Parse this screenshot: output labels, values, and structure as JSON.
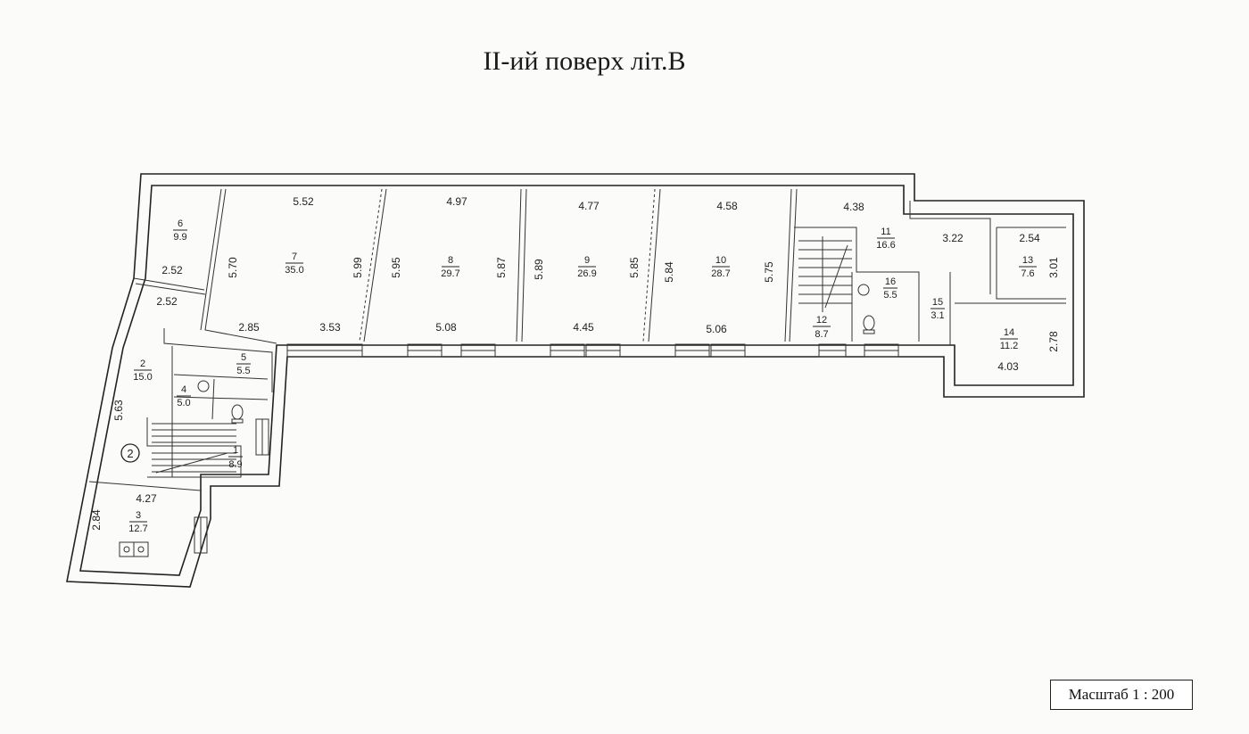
{
  "title": "II-ий поверх літ.В",
  "scale_label": "Масштаб 1 : 200",
  "stair_marker": "2",
  "rooms": [
    {
      "number": "1",
      "area": "8.9"
    },
    {
      "number": "2",
      "area": "15.0"
    },
    {
      "number": "3",
      "area": "12.7"
    },
    {
      "number": "4",
      "area": "5.0"
    },
    {
      "number": "5",
      "area": "5.5"
    },
    {
      "number": "6",
      "area": "9.9"
    },
    {
      "number": "7",
      "area": "35.0"
    },
    {
      "number": "8",
      "area": "29.7"
    },
    {
      "number": "9",
      "area": "26.9"
    },
    {
      "number": "10",
      "area": "28.7"
    },
    {
      "number": "11",
      "area": "16.6"
    },
    {
      "number": "12",
      "area": "8.7"
    },
    {
      "number": "13",
      "area": "7.6"
    },
    {
      "number": "14",
      "area": "11.2"
    },
    {
      "number": "15",
      "area": "3.1"
    },
    {
      "number": "16",
      "area": "5.5"
    }
  ],
  "dimensions": {
    "d1": "5.52",
    "d2": "4.97",
    "d3": "4.77",
    "d4": "4.58",
    "d5": "4.38",
    "d6": "3.22",
    "d7": "2.54",
    "d8": "3.01",
    "d9": "5.70",
    "d10": "5.99",
    "d11": "5.95",
    "d12": "5.87",
    "d13": "5.89",
    "d14": "5.85",
    "d15": "5.84",
    "d16": "5.75",
    "d17": "2.52",
    "d18": "2.52",
    "d19": "2.85",
    "d20": "3.53",
    "d21": "5.08",
    "d22": "4.45",
    "d23": "5.06",
    "d24": "2.78",
    "d25": "4.03",
    "d26": "5.63",
    "d27": "4.27",
    "d28": "2.84"
  }
}
